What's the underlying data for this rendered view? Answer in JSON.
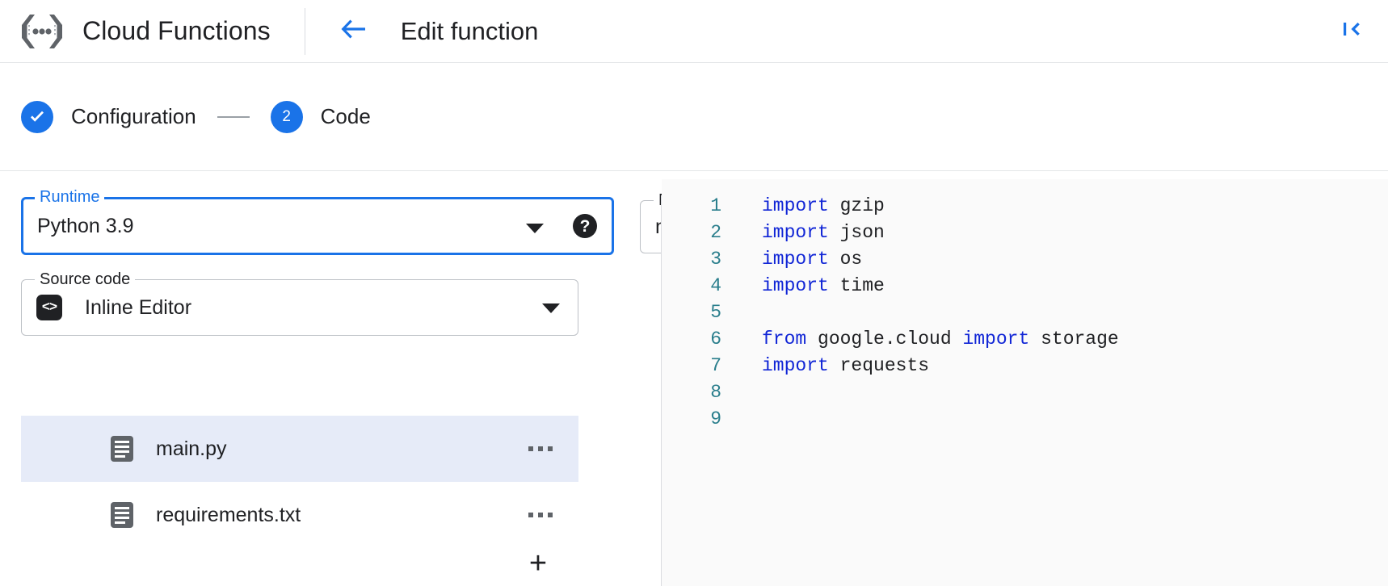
{
  "header": {
    "logo_icon": "cloud-functions-logo-icon",
    "brand_title": "Cloud Functions",
    "back_icon": "arrow-left-icon",
    "page_title": "Edit function",
    "collapse_icon": "collapse-panel-icon"
  },
  "stepper": {
    "steps": [
      {
        "marker": "✓",
        "label": "Configuration",
        "state": "completed"
      },
      {
        "marker": "2",
        "label": "Code",
        "state": "active"
      }
    ]
  },
  "form": {
    "runtime": {
      "legend": "Runtime",
      "value": "Python 3.9",
      "caret_icon": "chevron-down-icon",
      "help_icon": "help-icon",
      "help_glyph": "?",
      "focused": true
    },
    "entry_point": {
      "legend": "Entry point",
      "value": "main",
      "help_icon": "help-icon",
      "help_glyph": "?"
    },
    "source_code": {
      "legend": "Source code",
      "value": "Inline Editor",
      "icon_glyph": "<>",
      "icon_name": "code-brackets-icon",
      "caret_icon": "chevron-down-icon"
    }
  },
  "files": {
    "add_button_glyph": "+",
    "add_button_name": "add-file-button",
    "items": [
      {
        "name": "main.py",
        "selected": true
      },
      {
        "name": "requirements.txt",
        "selected": false
      }
    ]
  },
  "editor": {
    "lines": [
      {
        "n": "1",
        "tokens": [
          {
            "t": "import",
            "k": true
          },
          {
            "t": " gzip",
            "k": false
          }
        ]
      },
      {
        "n": "2",
        "tokens": [
          {
            "t": "import",
            "k": true
          },
          {
            "t": " json",
            "k": false
          }
        ]
      },
      {
        "n": "3",
        "tokens": [
          {
            "t": "import",
            "k": true
          },
          {
            "t": " os",
            "k": false
          }
        ]
      },
      {
        "n": "4",
        "tokens": [
          {
            "t": "import",
            "k": true
          },
          {
            "t": " time",
            "k": false
          }
        ]
      },
      {
        "n": "5",
        "tokens": []
      },
      {
        "n": "6",
        "tokens": [
          {
            "t": "from",
            "k": true
          },
          {
            "t": " google.cloud ",
            "k": false
          },
          {
            "t": "import",
            "k": true
          },
          {
            "t": " storage",
            "k": false
          }
        ]
      },
      {
        "n": "7",
        "tokens": [
          {
            "t": "import",
            "k": true
          },
          {
            "t": " requests",
            "k": false
          }
        ]
      },
      {
        "n": "8",
        "tokens": []
      },
      {
        "n": "9",
        "tokens": []
      }
    ]
  },
  "colors": {
    "accent_blue": "#1a73e8",
    "keyword_blue": "#1025d6",
    "line_number_teal": "#2a7e8c",
    "selected_row": "#e6ebf8",
    "text_primary": "#202124",
    "border_gray": "#bdc1c6",
    "editor_bg": "#fafafa"
  }
}
